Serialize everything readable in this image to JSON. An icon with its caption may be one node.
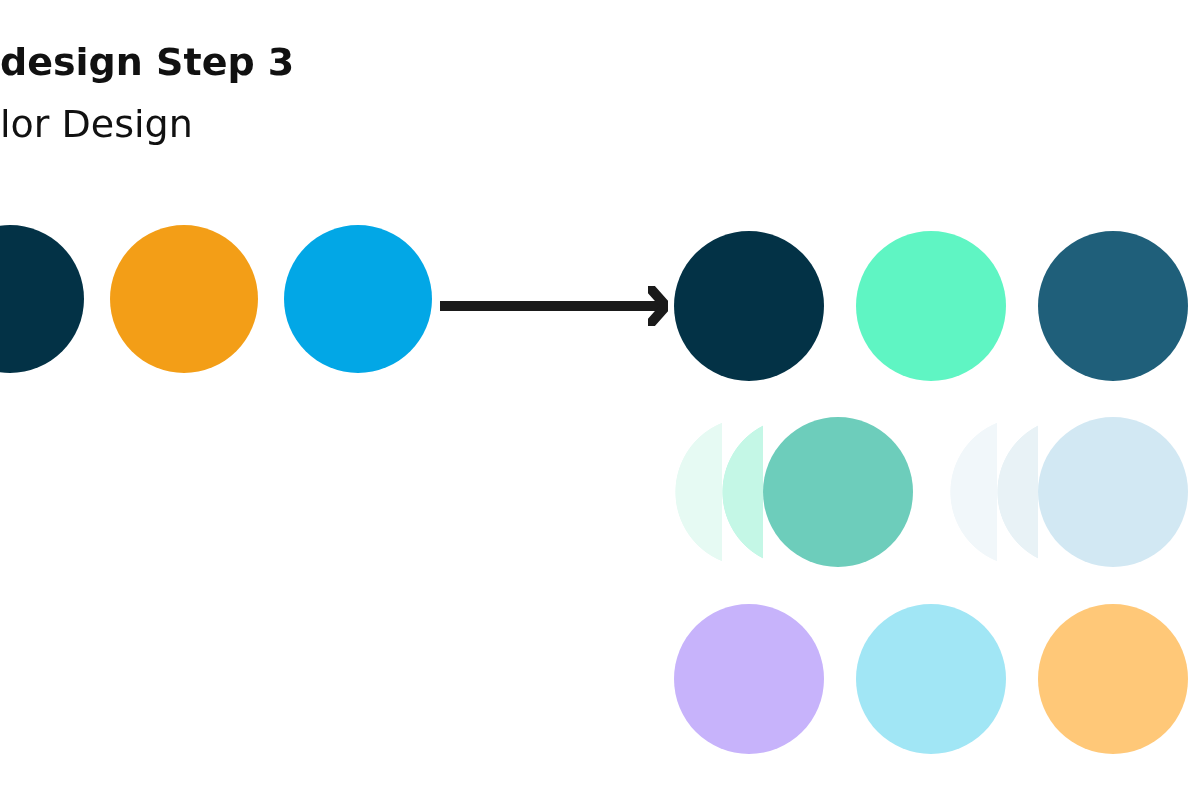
{
  "diagram": {
    "title": "design Step 3",
    "nodes": [
      {
        "text": [],
        "shape": "circle"
      },
      {
        "text": [],
        "shape": "circle"
      },
      {
        "text": [],
        "shape": "circle"
      },
      {
        "text": [],
        "shape": "circle"
      },
      {
        "text": [],
        "shape": "circle"
      },
      {
        "text": [],
        "shape": "circle"
      },
      {
        "text": [],
        "shape": "circle"
      },
      {
        "text": [],
        "shape": "circle"
      },
      {
        "text": [],
        "shape": "circle"
      },
      {
        "text": [],
        "shape": "circle"
      },
      {
        "text": [],
        "shape": "circle"
      },
      {
        "text": [],
        "shape": "circle"
      },
      {
        "text": [],
        "shape": "circle"
      },
      {
        "text": [],
        "shape": "circle"
      },
      {
        "text": [],
        "shape": "circle"
      }
    ],
    "edges": [
      {
        "from": 2,
        "to": 3,
        "arrow": "to"
      }
    ],
    "labels": [
      "lor Design"
    ]
  }
}
